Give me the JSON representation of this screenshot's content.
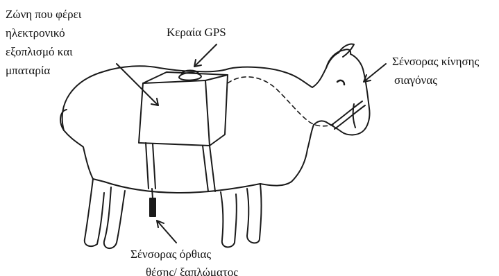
{
  "labels": {
    "belt_line1": "Ζώνη που φέρει",
    "belt_line2": "ηλεκτρονικό",
    "belt_line3": "εξοπλισμό και",
    "belt_line4": "μπαταρία",
    "gps": "Κεραία GPS",
    "jaw_line1": "Σένσορας κίνησης",
    "jaw_line2": "σιαγόνας",
    "posture_line1": "Σένσορας όρθιας",
    "posture_line2": "θέσης/ ξαπλώματος"
  },
  "colors": {
    "ink": "#111111",
    "background": "#ffffff"
  }
}
